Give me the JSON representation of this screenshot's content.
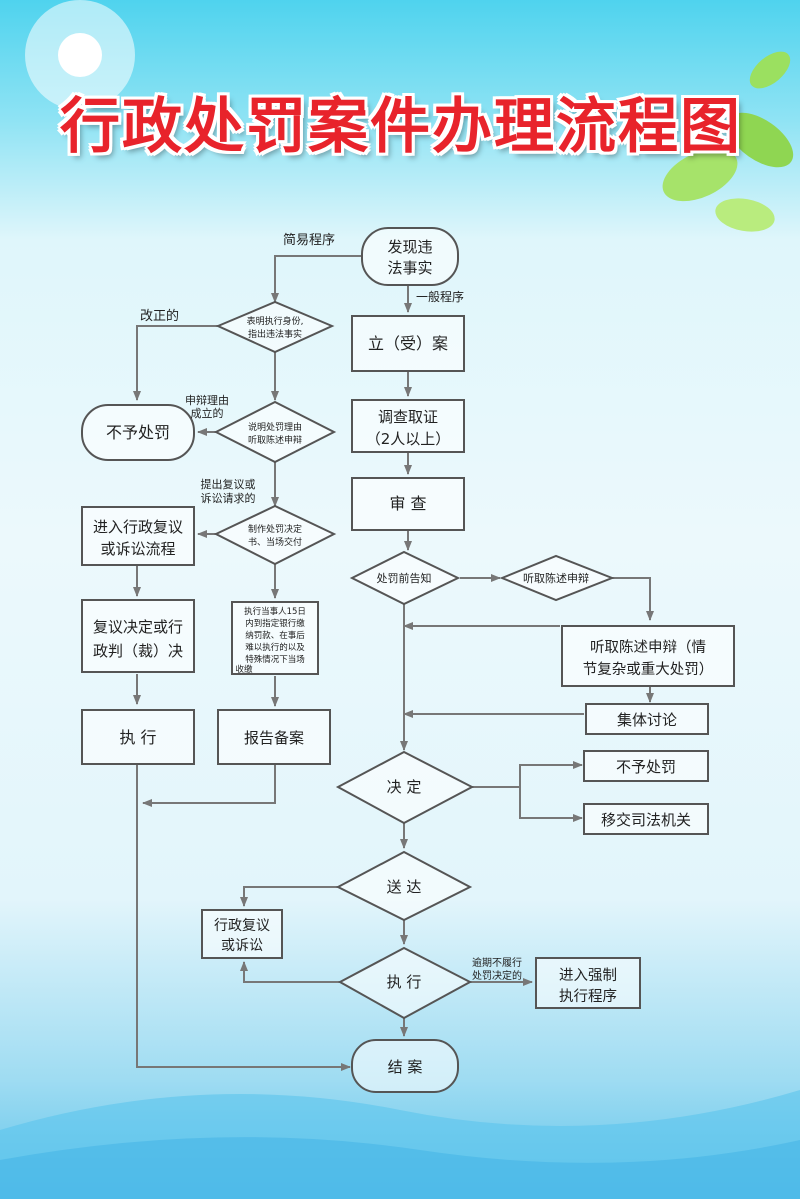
{
  "title": "行政处罚案件办理流程图",
  "labels": {
    "simple_procedure": "简易程序",
    "general_procedure": "一般程序",
    "corrected": "改正的",
    "defense_reason_1": "申辩理由",
    "defense_reason_2": "成立的",
    "request_1": "提出复议或",
    "request_2": "诉讼请求的",
    "overdue_1": "逾期不履行",
    "overdue_2": "处罚决定的"
  },
  "nodes": {
    "discover_1": "发现违",
    "discover_2": "法事实",
    "show_id_1": "表明执行身份,",
    "show_id_2": "指出违法事实",
    "no_penalty_left": "不予处罚",
    "explain_1": "说明处罚理由",
    "explain_2": "听取陈述申辩",
    "review_flow_1": "进入行政复议",
    "review_flow_2": "或诉讼流程",
    "make_decision_1": "制作处罚决定",
    "make_decision_2": "书、当场交付",
    "review_result_1": "复议决定或行",
    "review_result_2": "政判（裁）决",
    "execute_note_1": "执行当事人15日",
    "execute_note_2": "内到指定银行缴",
    "execute_note_3": "纳罚款、在事后",
    "execute_note_4": "难以执行的以及",
    "execute_note_5": "特殊情况下当场",
    "execute_note_6": "收缴",
    "execute_left": "执 行",
    "report": "报告备案",
    "file_case": "立（受）案",
    "investigate_1": "调查取证",
    "investigate_2": "（2人以上）",
    "examine": "审 查",
    "pre_notice": "处罚前告知",
    "hear_defense": "听取陈述申辩",
    "hearing_1": "听取陈述申辩（情",
    "hearing_2": "节复杂或重大处罚）",
    "group_discussion": "集体讨论",
    "decide": "决 定",
    "no_penalty_right": "不予处罚",
    "transfer_judicial": "移交司法机关",
    "serve": "送 达",
    "admin_review_1": "行政复议",
    "admin_review_2": "或诉讼",
    "execute_main": "执 行",
    "enforce_1": "进入强制",
    "enforce_2": "执行程序",
    "close_case": "结 案"
  },
  "colors": {
    "title": "#e8232b",
    "line": "#777777",
    "box_stroke": "#555555"
  }
}
